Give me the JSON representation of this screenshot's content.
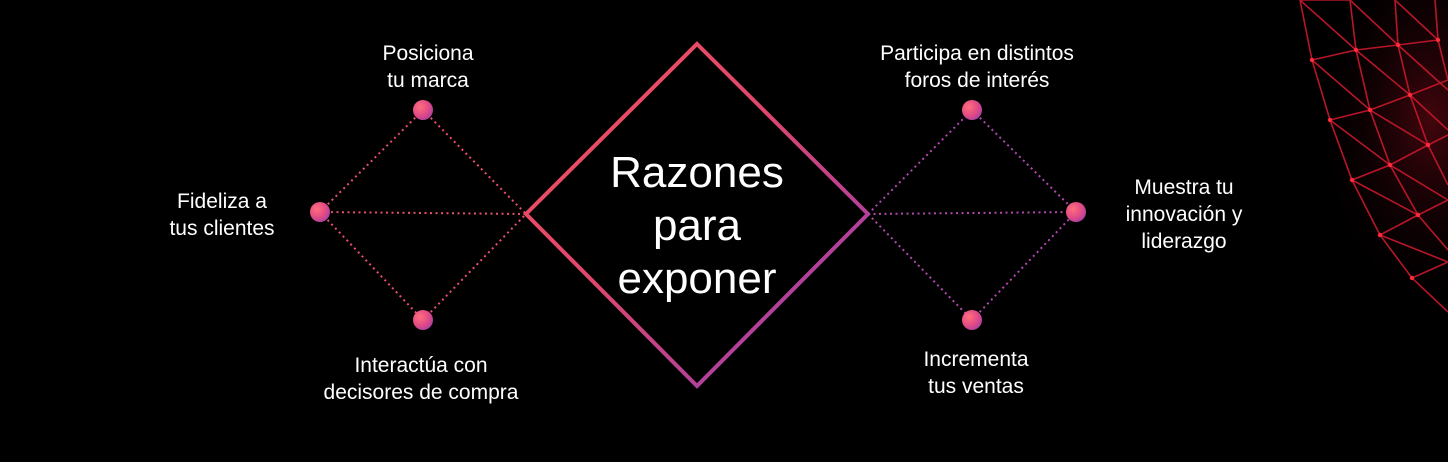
{
  "center": {
    "line1": "Razones",
    "line2": "para",
    "line3": "exponer"
  },
  "reasons": {
    "posiciona": {
      "line1": "Posiciona",
      "line2": "tu marca"
    },
    "fideliza": {
      "line1": "Fideliza a",
      "line2": "tus clientes"
    },
    "interactua": {
      "line1": "Interactúa con",
      "line2": "decisores de compra"
    },
    "participa": {
      "line1": "Participa en distintos",
      "line2": "foros de interés"
    },
    "muestra": {
      "line1": "Muestra tu",
      "line2": "innovación y",
      "line3": "liderazgo"
    },
    "incrementa": {
      "line1": "Incrementa",
      "line2": "tus ventas"
    }
  },
  "colors": {
    "background": "#000000",
    "gradient_start": "#f0505a",
    "gradient_end": "#9b3fb8",
    "dotted_left": "#e8506a",
    "dotted_right": "#b048b0",
    "wireframe": "#c0182a"
  }
}
